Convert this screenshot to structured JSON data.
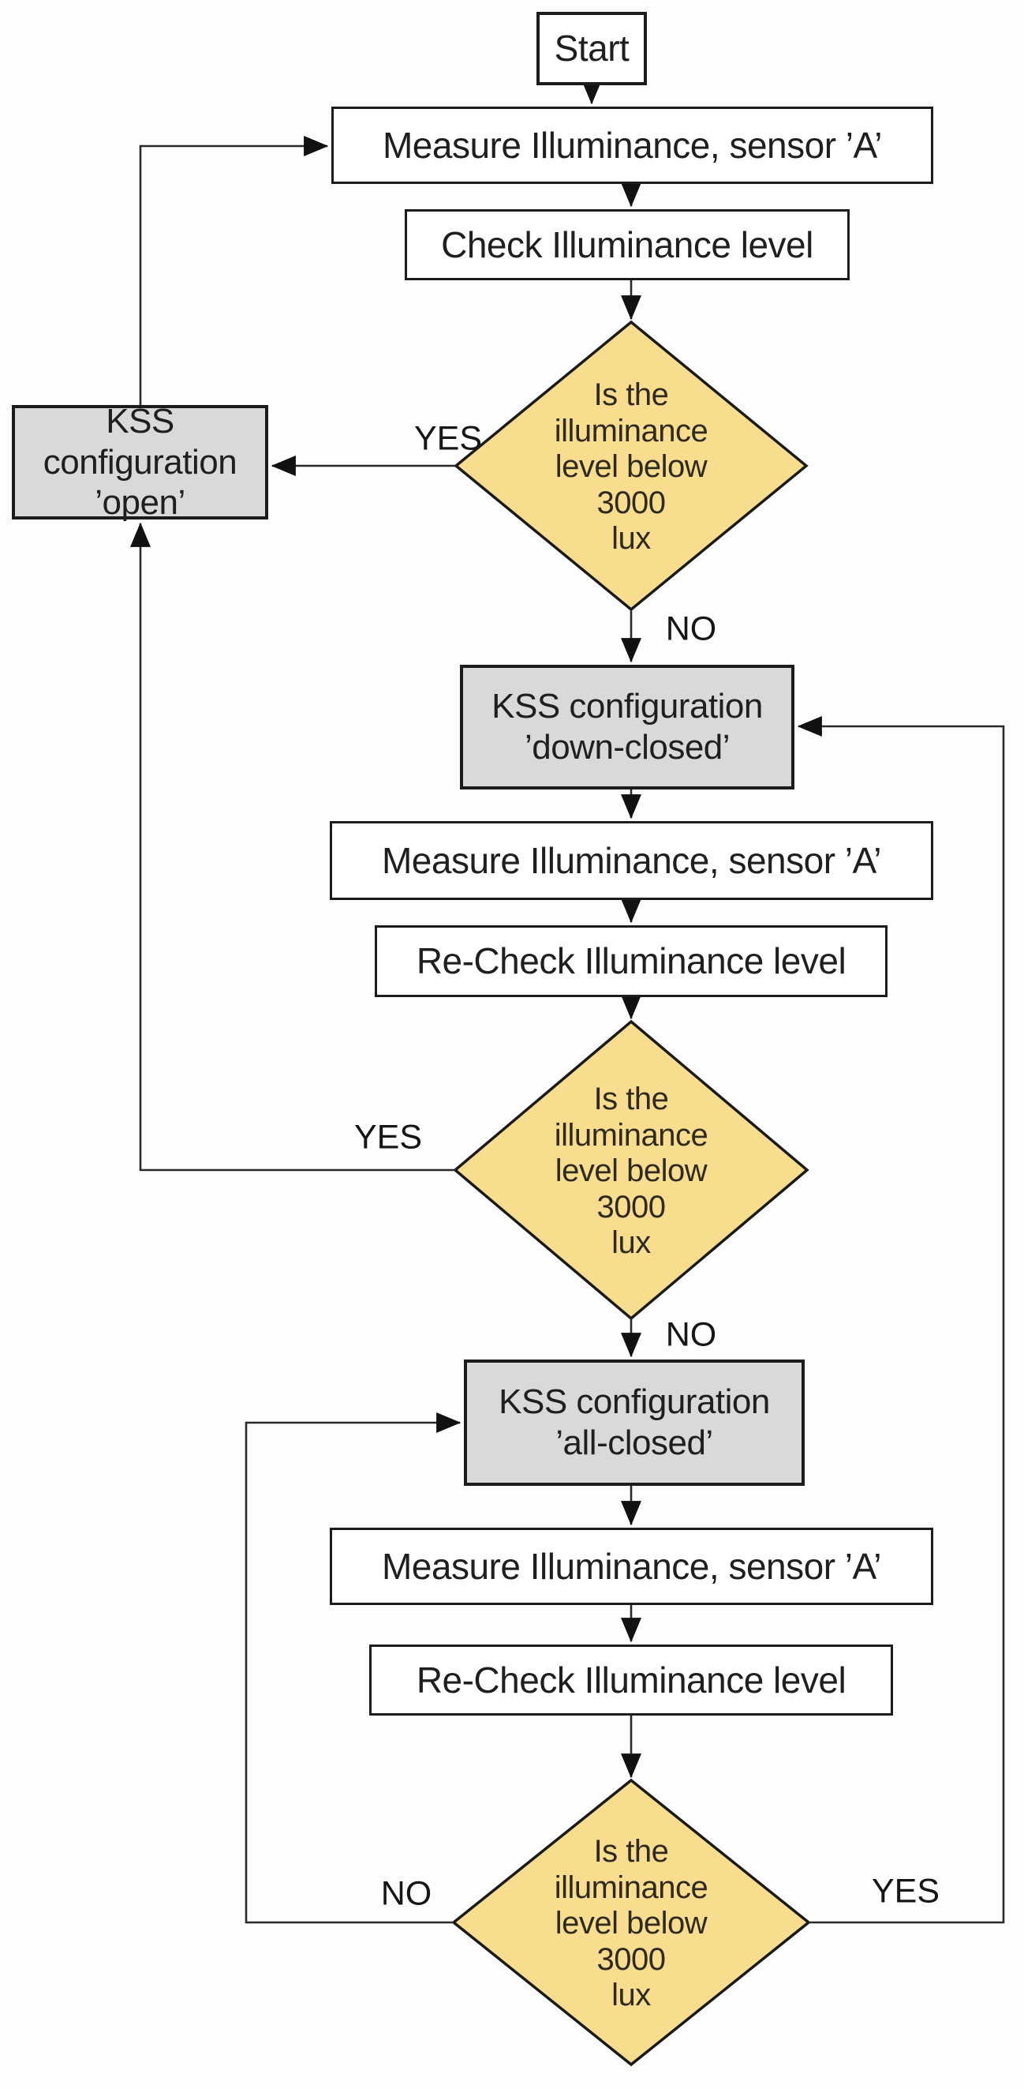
{
  "colors": {
    "decision_fill": "#F9DD8F",
    "decision_stroke": "#1A1A1A",
    "process_fill": "#FFFFFF",
    "config_fill": "#D9D9D9",
    "line": "#2A2A2A"
  },
  "nodes": {
    "start": {
      "label": "Start"
    },
    "measure_1": {
      "label": "Measure Illuminance, sensor ’A’"
    },
    "check_1": {
      "label": "Check Illuminance level"
    },
    "decision_1": {
      "label": "Is the\nilluminance\nlevel below\n3000\nlux"
    },
    "config_open": {
      "label": "KSS configuration\n’open’"
    },
    "config_down_closed": {
      "label": "KSS configuration\n’down-closed’"
    },
    "measure_2": {
      "label": "Measure Illuminance, sensor ’A’"
    },
    "recheck_2": {
      "label": "Re-Check Illuminance level"
    },
    "decision_2": {
      "label": "Is the\nilluminance\nlevel below\n3000\nlux"
    },
    "config_all_closed": {
      "label": "KSS configuration\n’all-closed’"
    },
    "measure_3": {
      "label": "Measure Illuminance, sensor ’A’"
    },
    "recheck_3": {
      "label": "Re-Check Illuminance level"
    },
    "decision_3": {
      "label": "Is the\nilluminance\nlevel below\n3000\nlux"
    }
  },
  "edge_labels": {
    "d1_yes": "YES",
    "d1_no": "NO",
    "d2_yes": "YES",
    "d2_no": "NO",
    "d3_no": "NO",
    "d3_yes": "YES"
  }
}
